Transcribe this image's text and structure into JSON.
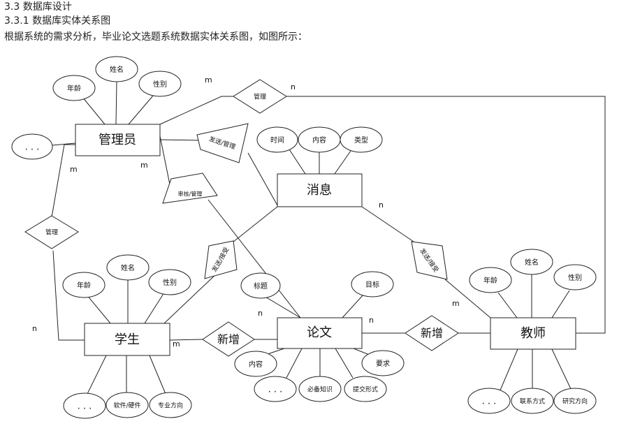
{
  "headings": {
    "section": "3.3 数据库设计",
    "subsection": "3.3.1 数据库实体关系图",
    "intro": "根据系统的需求分析，毕业论文选题系统数据实体关系图，如图所示："
  },
  "entities": {
    "admin": "管理员",
    "message": "消息",
    "student": "学生",
    "thesis": "论文",
    "teacher": "教师"
  },
  "attributes": {
    "admin_age": "年龄",
    "admin_name": "姓名",
    "admin_gender": "性别",
    "admin_more": ". . .",
    "msg_time": "时间",
    "msg_content": "内容",
    "msg_type": "类型",
    "stu_age": "年龄",
    "stu_name": "姓名",
    "stu_gender": "性别",
    "stu_more": ". . .",
    "stu_software": "软件/硬件",
    "stu_major": "专业方向",
    "th_title": "标题",
    "th_goal": "目标",
    "th_content": "内容",
    "th_more": ". . .",
    "th_knowledge": "必备知识",
    "th_submit": "提交形式",
    "th_require": "要求",
    "tea_age": "年龄",
    "tea_name": "姓名",
    "tea_gender": "性别",
    "tea_more": ". . .",
    "tea_contact": "联系方式",
    "tea_research": "研究方向"
  },
  "relationships": {
    "admin_teacher": "管理",
    "admin_message": "发送/管理",
    "admin_thesis": "审核/管理",
    "admin_student": "管理",
    "student_message": "发送/接受",
    "message_teacher": "发送/接受",
    "student_thesis": "新增",
    "teacher_thesis": "新增"
  },
  "cardinalities": {
    "m": "m",
    "n": "n"
  }
}
